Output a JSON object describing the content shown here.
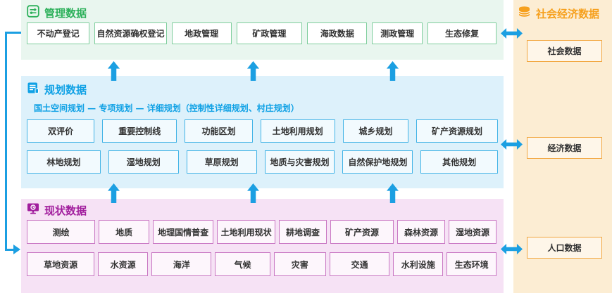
{
  "colors": {
    "arrow_blue": "#1b9fe2",
    "management_green": "#2cb05a",
    "planning_blue": "#0fa1e5",
    "current_magenta": "#a11d9d",
    "socio_orange": "#f6a01d"
  },
  "management": {
    "title": "管理数据",
    "icon": "sliders-icon",
    "items": [
      "不动产登记",
      "自然资源确权登记",
      "地政管理",
      "矿政管理",
      "海政数据",
      "测政管理",
      "生态修复"
    ]
  },
  "planning": {
    "title": "规划数据",
    "icon": "clipboard-icon",
    "subtitle": "国土空间规划 — 专项规划 — 详细规划（控制性详细规划、村庄规划）",
    "row1": [
      "双评价",
      "重要控制线",
      "功能区划",
      "土地利用规划",
      "城乡规划",
      "矿产资源规划"
    ],
    "row2": [
      "林地规划",
      "湿地规划",
      "草原规划",
      "地质与灾害规划",
      "自然保护地规划",
      "其他规划"
    ]
  },
  "current": {
    "title": "现状数据",
    "icon": "monitor-icon",
    "row1": [
      "测绘",
      "地质",
      "地理国情普查",
      "土地利用现状",
      "耕地调查",
      "矿产资源",
      "森林资源",
      "湿地资源"
    ],
    "row2": [
      "草地资源",
      "水资源",
      "海洋",
      "气候",
      "灾害",
      "交通",
      "水利设施",
      "生态环境"
    ]
  },
  "socioeconomic": {
    "title": "社会经济数据",
    "icon": "coins-database-icon",
    "items": [
      "社会数据",
      "经济数据",
      "人口数据"
    ]
  }
}
